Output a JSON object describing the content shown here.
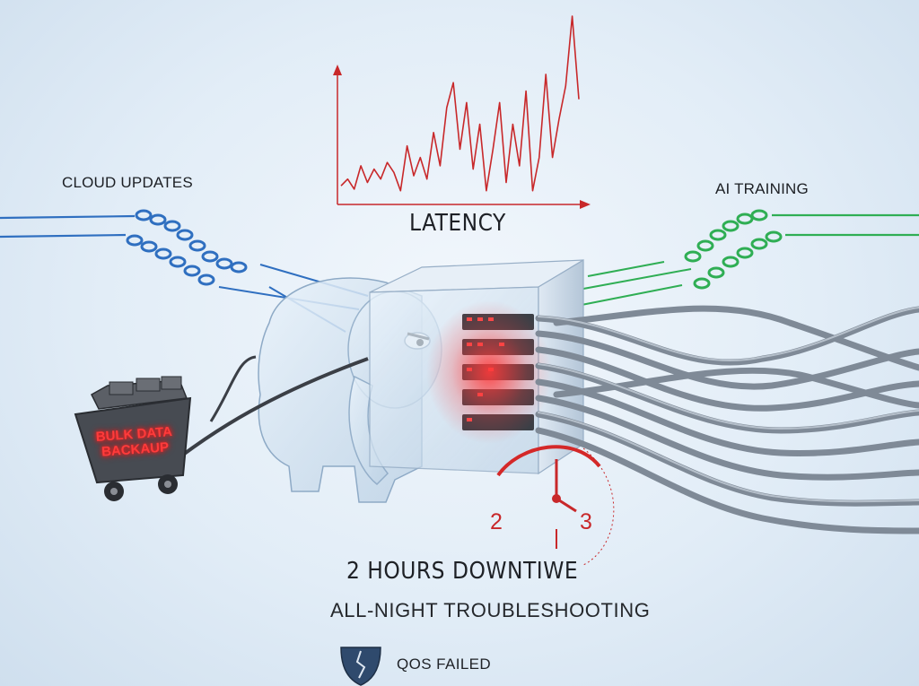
{
  "labels": {
    "cloud_updates": "CLOUD UPDATES",
    "ai_training": "AI TRAINING",
    "latency": "LATENCY",
    "downtime": "2 HOURS DOWNTIWE",
    "troubleshooting": "ALL-NIGHT TROUBLESHOOTING",
    "qos_failed": "QOS FAILED",
    "cart_line1": "BULK DATA",
    "cart_line2": "BACKAUP",
    "clock_two": "2",
    "clock_three": "3"
  },
  "icons": {
    "chain": "chain-link-icon",
    "elephant": "elephant-icon",
    "switch": "network-switch-icon",
    "cart": "data-cart-icon",
    "clock": "clock-icon",
    "shield": "cracked-shield-icon"
  },
  "colors": {
    "latency_line": "#c8282a",
    "cloud_cables": "#2f6fc0",
    "ai_cables": "#2fae54",
    "alert_red": "#ff2a2a",
    "cable_gray": "#7f8a97"
  },
  "chart_data": {
    "type": "line",
    "title": "LATENCY",
    "xlabel": "",
    "ylabel": "",
    "values": [
      8,
      12,
      6,
      20,
      10,
      18,
      12,
      22,
      16,
      5,
      32,
      14,
      25,
      12,
      40,
      20,
      55,
      70,
      30,
      58,
      18,
      45,
      5,
      30,
      58,
      10,
      45,
      20,
      65,
      5,
      25,
      75,
      25,
      48,
      68,
      110,
      60
    ]
  }
}
